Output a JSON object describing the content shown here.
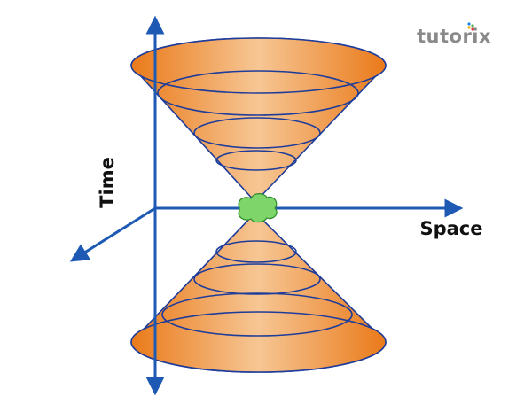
{
  "logo": {
    "text": "tutorix",
    "color": "#8a8a8a",
    "dot_colors": [
      "#f4b400",
      "#4caf50",
      "#1e88e5",
      "#e53935"
    ]
  },
  "labels": {
    "time": "Time",
    "space": "Space"
  },
  "colors": {
    "axis": "#1e5ab4",
    "cone_outline": "#1e3c9a",
    "cone_fill_edge": "#ea7a1a",
    "cone_fill_center": "#f6c694",
    "event_fill": "#7ed66a",
    "event_stroke": "#2e8a2a"
  }
}
